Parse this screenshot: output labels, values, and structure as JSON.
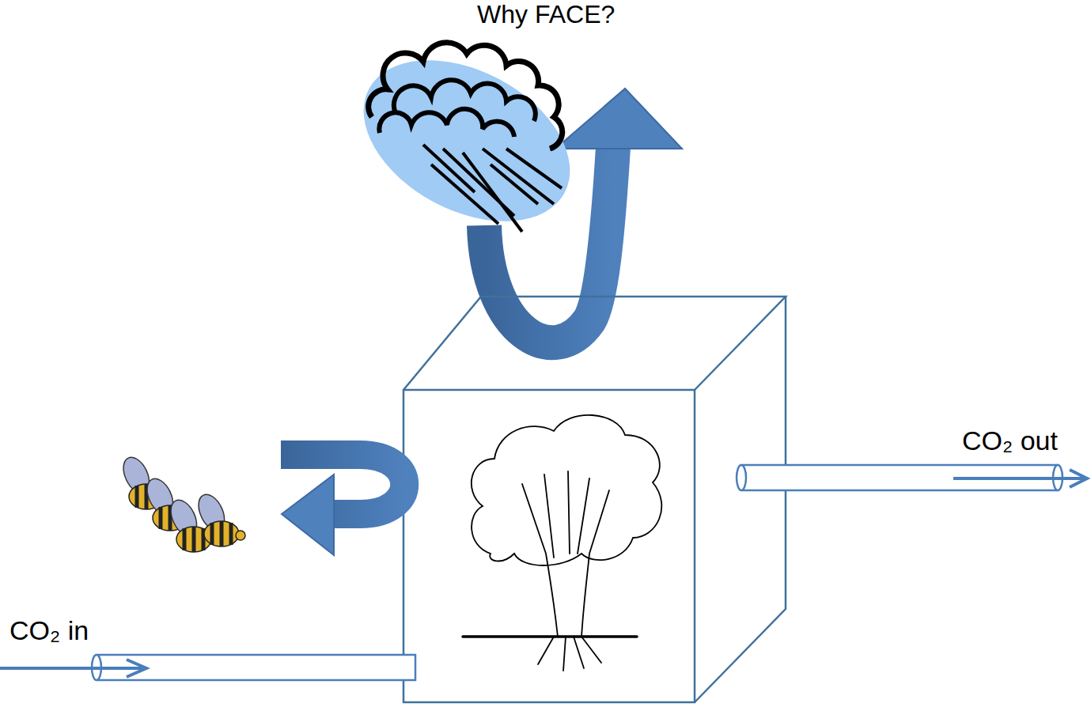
{
  "diagram": {
    "title": "Why FACE?",
    "labels": [
      "CO₂ in",
      "CO₂ out"
    ]
  }
}
